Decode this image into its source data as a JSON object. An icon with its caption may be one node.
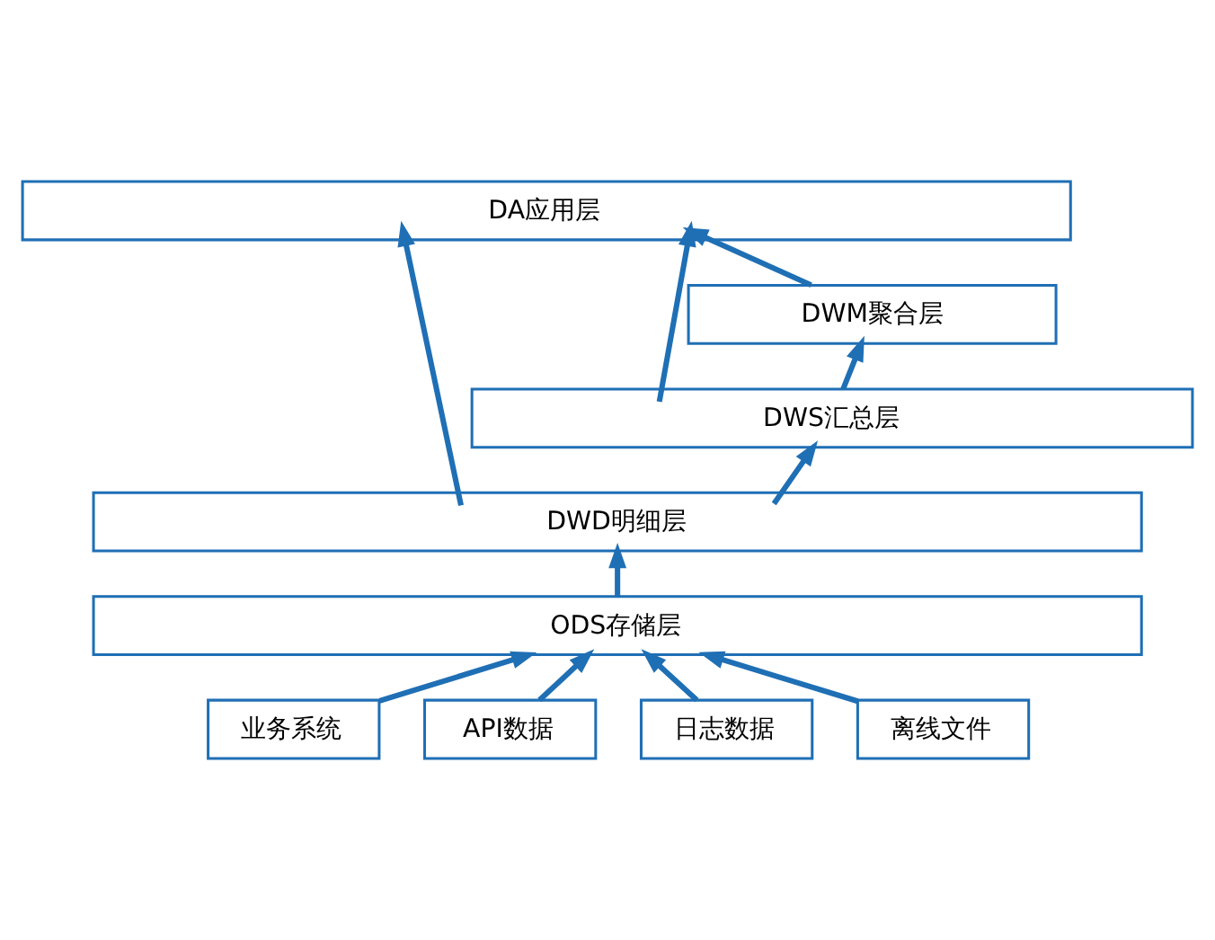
{
  "diagram": {
    "nodes": [
      {
        "text": [
          "DA应用层"
        ]
      },
      {
        "text": [
          "DWM聚合层"
        ]
      },
      {
        "text": [
          "DWS汇总层"
        ]
      },
      {
        "text": [
          "DWD明细层"
        ]
      },
      {
        "text": [
          "ODS存储层"
        ]
      },
      {
        "text": [
          "业务系统"
        ]
      },
      {
        "text": [
          "API数据"
        ]
      },
      {
        "text": [
          "日志数据"
        ]
      },
      {
        "text": [
          "离线文件"
        ]
      }
    ],
    "edges": [
      {
        "from": 5,
        "to": 4,
        "arrow": "to"
      },
      {
        "from": 6,
        "to": 4,
        "arrow": "to"
      },
      {
        "from": 7,
        "to": 4,
        "arrow": "to"
      },
      {
        "from": 8,
        "to": 4,
        "arrow": "to"
      },
      {
        "from": 4,
        "to": 3,
        "arrow": "to"
      },
      {
        "from": 3,
        "to": 2,
        "arrow": "to"
      },
      {
        "from": 3,
        "to": 0,
        "arrow": "to"
      },
      {
        "from": 2,
        "to": 1,
        "arrow": "to"
      },
      {
        "from": 2,
        "to": 0,
        "arrow": "to"
      },
      {
        "from": 1,
        "to": 0,
        "arrow": "to"
      }
    ]
  }
}
